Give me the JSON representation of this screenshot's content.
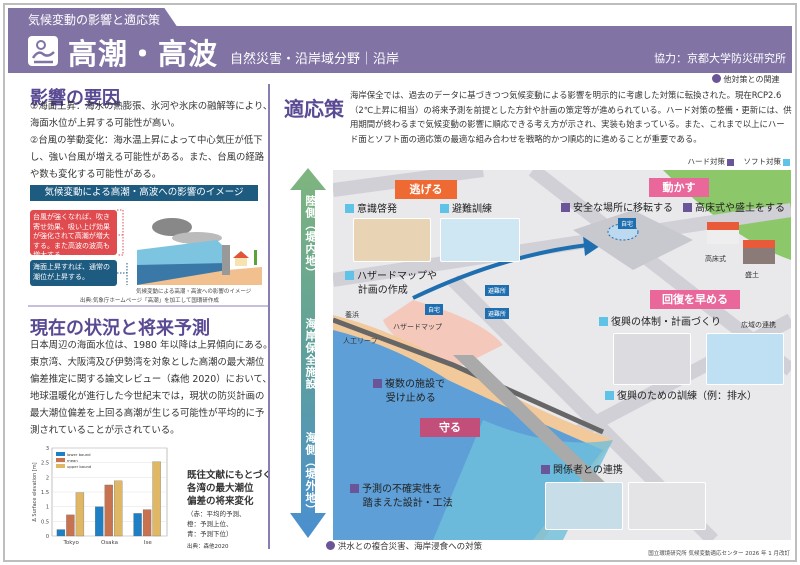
{
  "header": {
    "category": "気候変動の影響と適応策",
    "title": "高潮・高波",
    "subtitle": "自然災害・沿岸域分野｜沿岸",
    "cooperation": "協力：京都大学防災研究所",
    "icon": "storm-surge-icon"
  },
  "impact": {
    "heading": "影響の要因",
    "lines": [
      "①海面上昇：海水の熱膨張、氷河や氷床の融解等により、",
      "海面水位が上昇する可能性が高い。",
      "②台風の挙動変化：海水温上昇によって中心気圧が低下",
      "し、強い台風が増える可能性がある。また、台風の経路",
      "や数も変化する可能性がある。"
    ],
    "image_title": "気候変動による高潮・高波への影響のイメージ",
    "red_box": "台風が強くなれば、吹き寄せ効果、吸い上げ効果が強化されて高潮が増大する。また高波の波高も増大する。",
    "blue_box": "海面上昇すれば、通常の潮位が上昇する。",
    "image_caption": "気候変動による高潮・高波への影響のイメージ",
    "source": "出典:気象庁ホームページ「高潮」を加工して国環研作成"
  },
  "current": {
    "heading": "現在の状況と将来予測",
    "lines": [
      "日本周辺の海面水位は、1980 年以降は上昇傾向にある。",
      "東京湾、大阪湾及び伊勢湾を対象とした高潮の最大潮位",
      "偏差推定に関する論文レビュー（森他 2020）において、",
      "地球温暖化が進行した今世紀末では，現状の防災計画の",
      "最大潮位偏差を上回る高潮が生じる可能性が平均的に予",
      "測されていることが示されている。"
    ],
    "chart_caption": [
      "既往文献にもとづく",
      "各湾の最大潮位",
      "偏差の将来変化"
    ],
    "chart_notes": [
      "（赤：平均的予測、",
      "橙：予測上位、",
      "青：予測下位）"
    ],
    "chart_source": "出典：森他2020"
  },
  "chart_data": {
    "type": "bar",
    "categories": [
      "Tokyo",
      "Osaka",
      "Ise"
    ],
    "ylabel": "Δ Surface elevation [m]",
    "ylim": [
      0,
      3
    ],
    "yticks": [
      "0",
      "0.5",
      "1",
      "1.5",
      "2",
      "2.5",
      "3"
    ],
    "series": [
      {
        "name": "lower bound",
        "color": "#1f7fc4",
        "values": [
          0.22,
          1.0,
          0.77
        ]
      },
      {
        "name": "mean",
        "color": "#c8734f",
        "values": [
          0.72,
          1.74,
          0.9
        ]
      },
      {
        "name": "upper bound",
        "color": "#e0b865",
        "values": [
          1.48,
          1.88,
          2.53
        ]
      }
    ],
    "legend": "top-left",
    "grid": true
  },
  "adaptation": {
    "heading": "適応策",
    "related_link": "他対策との関連",
    "text": "海岸保全では、過去のデータに基づきつつ気候変動による影響を明示的に考慮した対策に転換された。現在RCP2.6（2℃上昇に相当）の将来予測を前提とした方針や計画の策定等が進められている。ハード対策の整備・更新には、供用期間が終わるまで気候変動の影響に順応できる考え方が示され、実装も始まっている。また、これまで以上にハード面とソフト面の適応策の最適な組み合わせを戦略的かつ順応的に進めることが重要である。",
    "legend_hard": "ハード対策",
    "legend_soft": "ソフト対策",
    "hard_color": "#6a5598",
    "soft_color": "#5ec3e6",
    "axis_top": "陸側（堤内地）",
    "axis_mid": "海岸保全施設",
    "axis_bottom": "海側（堤外地）",
    "categories": {
      "escape": "逃げる",
      "move": "動かす",
      "recover": "回復を早める",
      "protect": "守る"
    },
    "items": {
      "awareness": "意識啓発",
      "drill": "避難訓練",
      "hazard_map": [
        "ハザードマップや",
        "計画の作成"
      ],
      "relocate": "安全な場所に移転する",
      "elevate": "高床式や盛土をする",
      "recovery_plan": "復興の体制・計画づくり",
      "wide_area": "広域の連携",
      "recovery_drill": "復興のための訓練（例：排水）",
      "stakeholders": "関係者との連携",
      "multi_facility": [
        "複数の施設で",
        "受け止める"
      ],
      "uncertainty": [
        "予測の不確実性を",
        "踏まえた設計・工法"
      ]
    },
    "map_labels": {
      "home": "自宅",
      "shelter1": "避難所",
      "shelter2": "避難所",
      "hazard_map": "ハザードマップ",
      "beach": "養浜",
      "reef": "人工リーフ",
      "raised_floor": "高床式",
      "embankment": "盛土",
      "home2": "自宅"
    },
    "footer_link": "洪水との複合災害、海岸浸食への対策"
  },
  "credit": "国立環境研究所 気候変動適応センター 2026 年 1 月改訂"
}
